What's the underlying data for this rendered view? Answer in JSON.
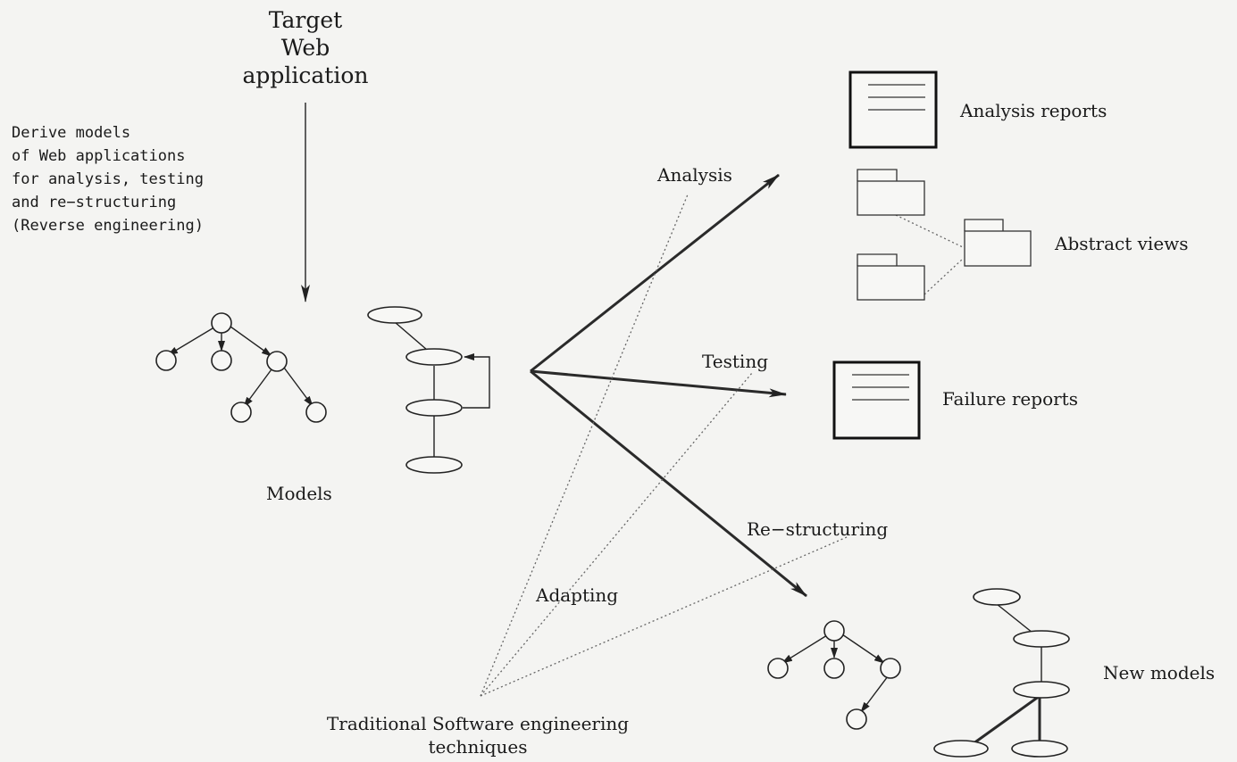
{
  "title": "Target\nWeb\napplication",
  "derive_note": "Derive models\nof Web applications\nfor analysis, testing\nand re−structuring\n(Reverse engineering)",
  "models_label": "Models",
  "branches": {
    "analysis": "Analysis",
    "testing": "Testing",
    "restructuring": "Re−structuring",
    "adapting": "Adapting"
  },
  "outputs": {
    "analysis_reports": "Analysis reports",
    "abstract_views": "Abstract views",
    "failure_reports": "Failure reports",
    "new_models": "New models"
  },
  "techniques": "Traditional Software engineering\ntechniques",
  "colors": {
    "background": "#f4f4f2",
    "ink": "#1a1a1a",
    "dotted": "#666666"
  }
}
